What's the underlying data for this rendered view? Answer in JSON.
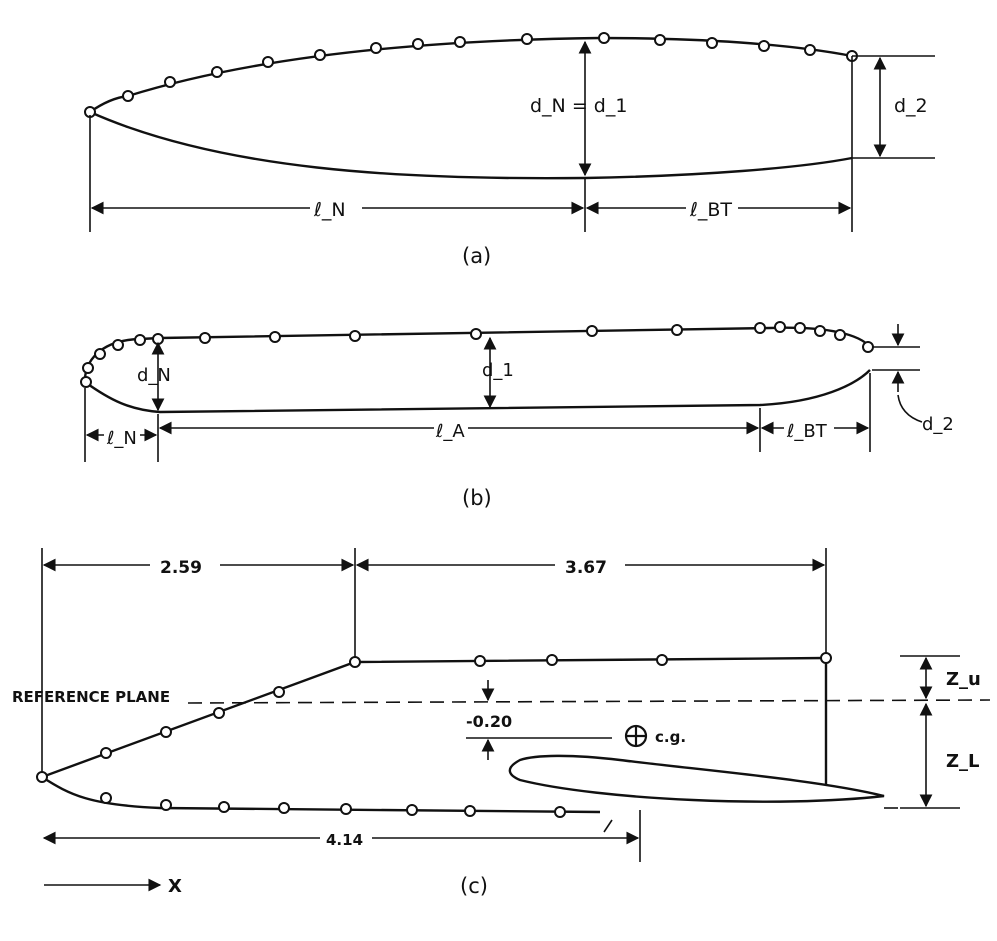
{
  "panel_a": {
    "caption": "(a)",
    "dn_eq_d1": "d_N = d_1",
    "d2": "d_2",
    "lN": "ℓ_N",
    "lBT": "ℓ_BT"
  },
  "panel_b": {
    "caption": "(b)",
    "dN": "d_N",
    "d1": "d_1",
    "d2": "d_2",
    "lN": "ℓ_N",
    "lA": "ℓ_A",
    "lBT": "ℓ_BT"
  },
  "panel_c": {
    "caption": "(c)",
    "dim_left": "2.59",
    "dim_right": "3.67",
    "reference_plane": "REFERENCE PLANE",
    "offset": "-0.20",
    "cg": "c.g.",
    "zu": "Z_u",
    "zl": "Z_L",
    "dim_bottom": "4.14",
    "x_axis": "X"
  }
}
